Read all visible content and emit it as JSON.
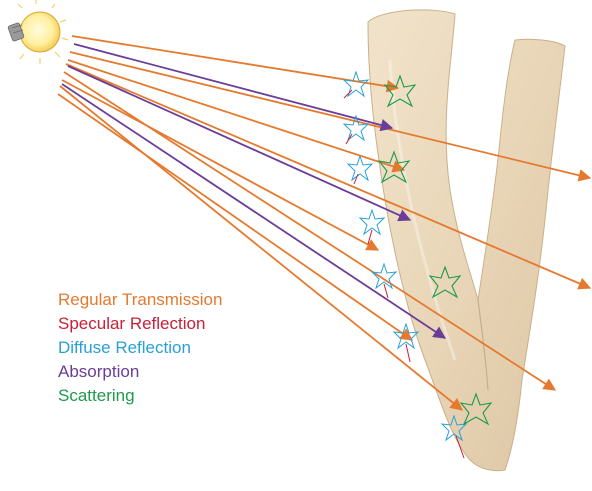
{
  "legend": {
    "items": [
      {
        "key": "regular_transmission",
        "label": "Regular Transmission",
        "color": "#e57a2f"
      },
      {
        "key": "specular_reflection",
        "label": "Specular Reflection",
        "color": "#c8203a"
      },
      {
        "key": "diffuse_reflection",
        "label": "Diffuse Reflection",
        "color": "#2aa0d8"
      },
      {
        "key": "absorption",
        "label": "Absorption",
        "color": "#6a3d98"
      },
      {
        "key": "scattering",
        "label": "Scattering",
        "color": "#1e9a4a"
      }
    ]
  },
  "colors": {
    "tissue_fill": "#ecdcc2",
    "tissue_shade": "#d7c2a0",
    "bulb_glass": "#fff3b0",
    "bulb_glow": "#f6c94a",
    "bulb_base": "#8a8a8a"
  },
  "icons": {
    "light_source": "light-bulb-icon"
  }
}
